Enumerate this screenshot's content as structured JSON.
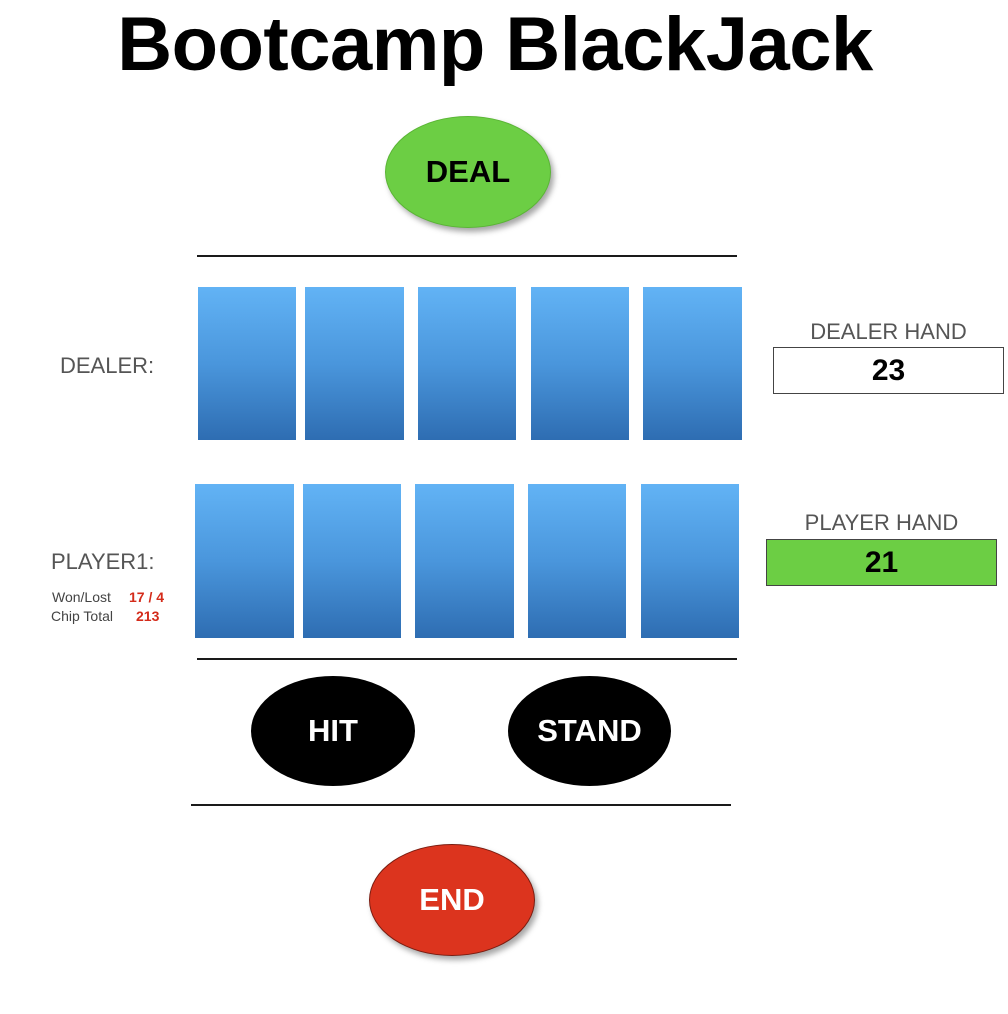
{
  "title": "Bootcamp BlackJack",
  "buttons": {
    "deal": "DEAL",
    "hit": "HIT",
    "stand": "STAND",
    "end": "END"
  },
  "dealer": {
    "label": "DEALER:",
    "hand_label": "DEALER HAND",
    "hand_value": "23",
    "cards": [
      "",
      "",
      "",
      "",
      ""
    ]
  },
  "player": {
    "label": "PLAYER1:",
    "won_lost_label": "Won/Lost",
    "won_lost_value": "17 / 4",
    "chip_total_label": "Chip Total",
    "chip_total_value": "213",
    "hand_label": "PLAYER HAND",
    "hand_value": "21",
    "cards": [
      "",
      "",
      "",
      "",
      ""
    ]
  },
  "colors": {
    "deal_button": "#6cce44",
    "end_button": "#dc341e",
    "action_buttons": "#000000",
    "card_top": "#62b3f5",
    "card_bottom": "#2e6db2",
    "player_hand_bg": "#6cce44",
    "stat_value": "#d42b1a"
  }
}
